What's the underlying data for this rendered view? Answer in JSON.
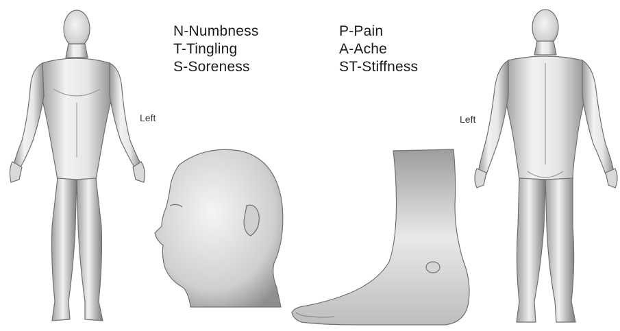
{
  "legend": {
    "col1": [
      "N-Numbness",
      "T-Tingling",
      "S-Soreness"
    ],
    "col2": [
      "P-Pain",
      "A-Ache",
      "ST-Stiffness"
    ]
  },
  "labels": {
    "front_side": "Left",
    "back_side": "Left"
  },
  "colors": {
    "skin_light": "#f4f4f4",
    "skin_mid": "#c9c9c9",
    "skin_dark": "#8a8a8a",
    "text": "#1a1a1a"
  }
}
